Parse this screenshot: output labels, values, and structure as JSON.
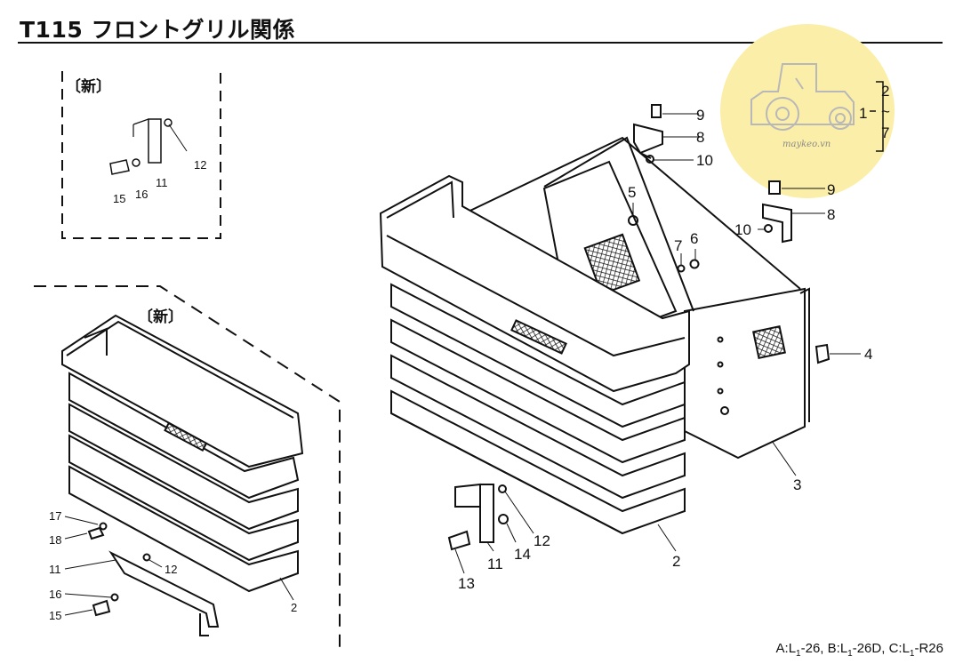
{
  "header": {
    "title": "T115 フロントグリル関係"
  },
  "inset_labels": {
    "new_top": "〔新〕",
    "new_bottom": "〔新〕"
  },
  "callouts_top_inset": [
    "12",
    "11",
    "16",
    "15"
  ],
  "callouts_left_assembly": [
    "17",
    "18",
    "11",
    "16",
    "15",
    "12",
    "2"
  ],
  "callouts_main_assembly": [
    "9",
    "8",
    "10",
    "5",
    "9",
    "8",
    "10",
    "7",
    "6",
    "4",
    "3",
    "2",
    "12",
    "14",
    "11",
    "13",
    "1",
    "2",
    "~",
    "7"
  ],
  "watermark": {
    "text": "maykeo.vn"
  },
  "footer": {
    "a_prefix": "A:L",
    "a_sub": "1",
    "a_suffix": "-26,",
    "b_prefix": "B:L",
    "b_sub": "1",
    "b_suffix": "-26D,",
    "c_prefix": "C:L",
    "c_sub": "1",
    "c_suffix": "-R26"
  },
  "colors": {
    "line": "#111111",
    "watermark_fill": "#fbeea8"
  }
}
